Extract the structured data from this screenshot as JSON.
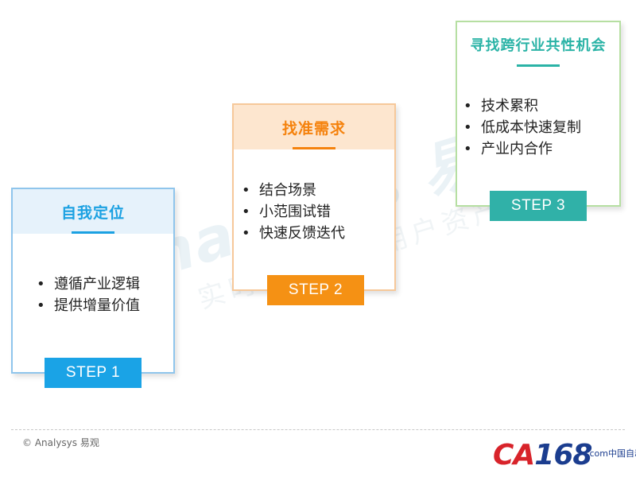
{
  "watermark": {
    "brand": "nalysys 易观",
    "slogan": "实时分析驱动用户资产成长"
  },
  "steps": [
    {
      "title": "自我定位",
      "items": [
        "遵循产业逻辑",
        "提供增量价值"
      ],
      "step_label": "STEP 1",
      "color": "#1ba1e2"
    },
    {
      "title": "找准需求",
      "items": [
        "结合场景",
        "小范围试错",
        "快速反馈迭代"
      ],
      "step_label": "STEP 2",
      "color": "#f5820d"
    },
    {
      "title": "寻找跨行业共性机会",
      "items": [
        "技术累积",
        "低成本快速复制",
        "产业内合作"
      ],
      "step_label": "STEP 3",
      "color": "#2ab3a6"
    }
  ],
  "footer": {
    "copyright": "© Analysys 易观"
  },
  "logo": {
    "ca": "CA",
    "num": "168",
    "sub": ".com中国自动化网"
  }
}
